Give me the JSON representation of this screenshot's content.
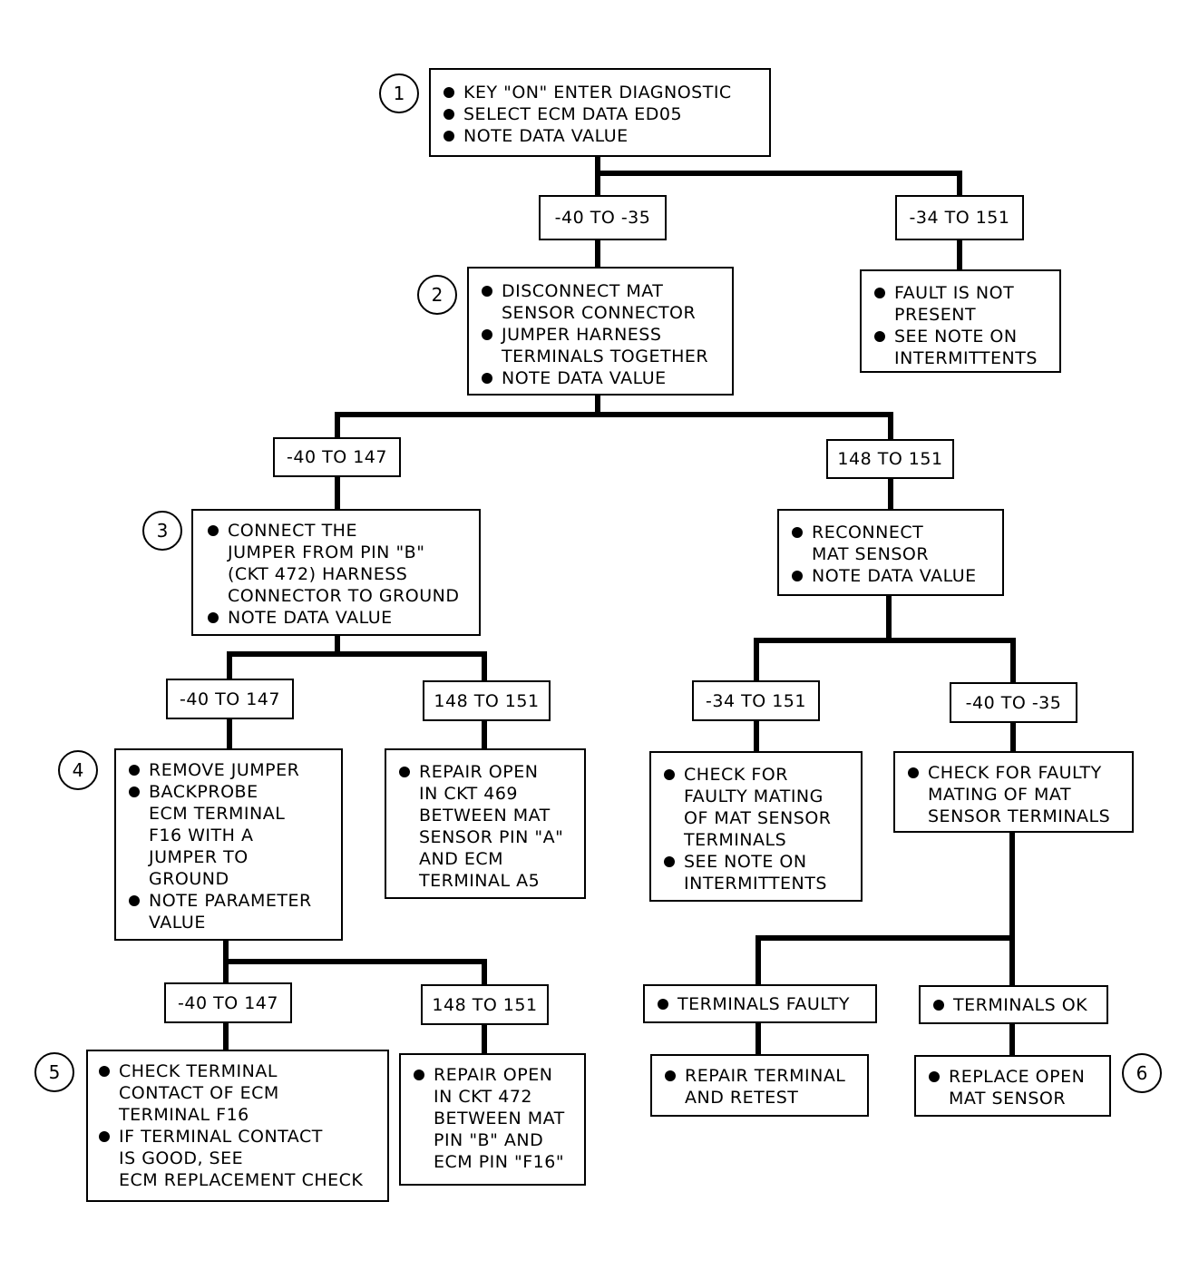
{
  "steps": [
    "1",
    "2",
    "3",
    "4",
    "5",
    "6"
  ],
  "boxes": {
    "b1": [
      "KEY \"ON\" ENTER DIAGNOSTIC",
      "SELECT ECM DATA ED05",
      "NOTE DATA VALUE"
    ],
    "b2": [
      "DISCONNECT MAT\nSENSOR CONNECTOR",
      "JUMPER HARNESS\nTERMINALS TOGETHER",
      "NOTE DATA VALUE"
    ],
    "fault": [
      "FAULT IS NOT\nPRESENT",
      "SEE NOTE ON\nINTERMITTENTS"
    ],
    "b3": [
      "CONNECT THE\nJUMPER FROM PIN \"B\"\n(CKT 472) HARNESS\nCONNECTOR TO GROUND",
      "NOTE DATA VALUE"
    ],
    "reconnect": [
      "RECONNECT\nMAT SENSOR",
      "NOTE DATA VALUE"
    ],
    "b4": [
      "REMOVE JUMPER",
      "BACKPROBE\nECM TERMINAL\nF16 WITH A\nJUMPER TO\nGROUND",
      "NOTE PARAMETER\nVALUE"
    ],
    "repair469": [
      "REPAIR OPEN\nIN CKT 469\nBETWEEN MAT\nSENSOR PIN \"A\"\nAND ECM\nTERMINAL A5"
    ],
    "checkmating": [
      "CHECK FOR\nFAULTY MATING\nOF MAT SENSOR\nTERMINALS",
      "SEE NOTE ON\nINTERMITTENTS"
    ],
    "checkfaulty": [
      "CHECK FOR FAULTY\nMATING OF MAT\nSENSOR TERMINALS"
    ],
    "b5": [
      "CHECK TERMINAL\nCONTACT OF ECM\nTERMINAL F16",
      "IF TERMINAL CONTACT\nIS GOOD, SEE\nECM REPLACEMENT CHECK"
    ],
    "repair472": [
      "REPAIR OPEN\nIN CKT 472\nBETWEEN MAT\nPIN \"B\" AND\nECM PIN \"F16\""
    ],
    "tfaulty": [
      "TERMINALS FAULTY"
    ],
    "tok": [
      "TERMINALS OK"
    ],
    "repairterm": [
      "REPAIR TERMINAL\nAND RETEST"
    ],
    "replace": [
      "REPLACE OPEN\nMAT SENSOR"
    ]
  },
  "labels": {
    "l1a": "-40 TO -35",
    "l1b": "-34 TO 151",
    "l2a": "-40 TO 147",
    "l2b": "148 TO 151",
    "l3a": "-40 TO 147",
    "l3b": "148 TO 151",
    "l4a": "-34 TO 151",
    "l4b": "-40 TO -35",
    "l5a": "-40 TO 147",
    "l5b": "148 TO 151"
  }
}
